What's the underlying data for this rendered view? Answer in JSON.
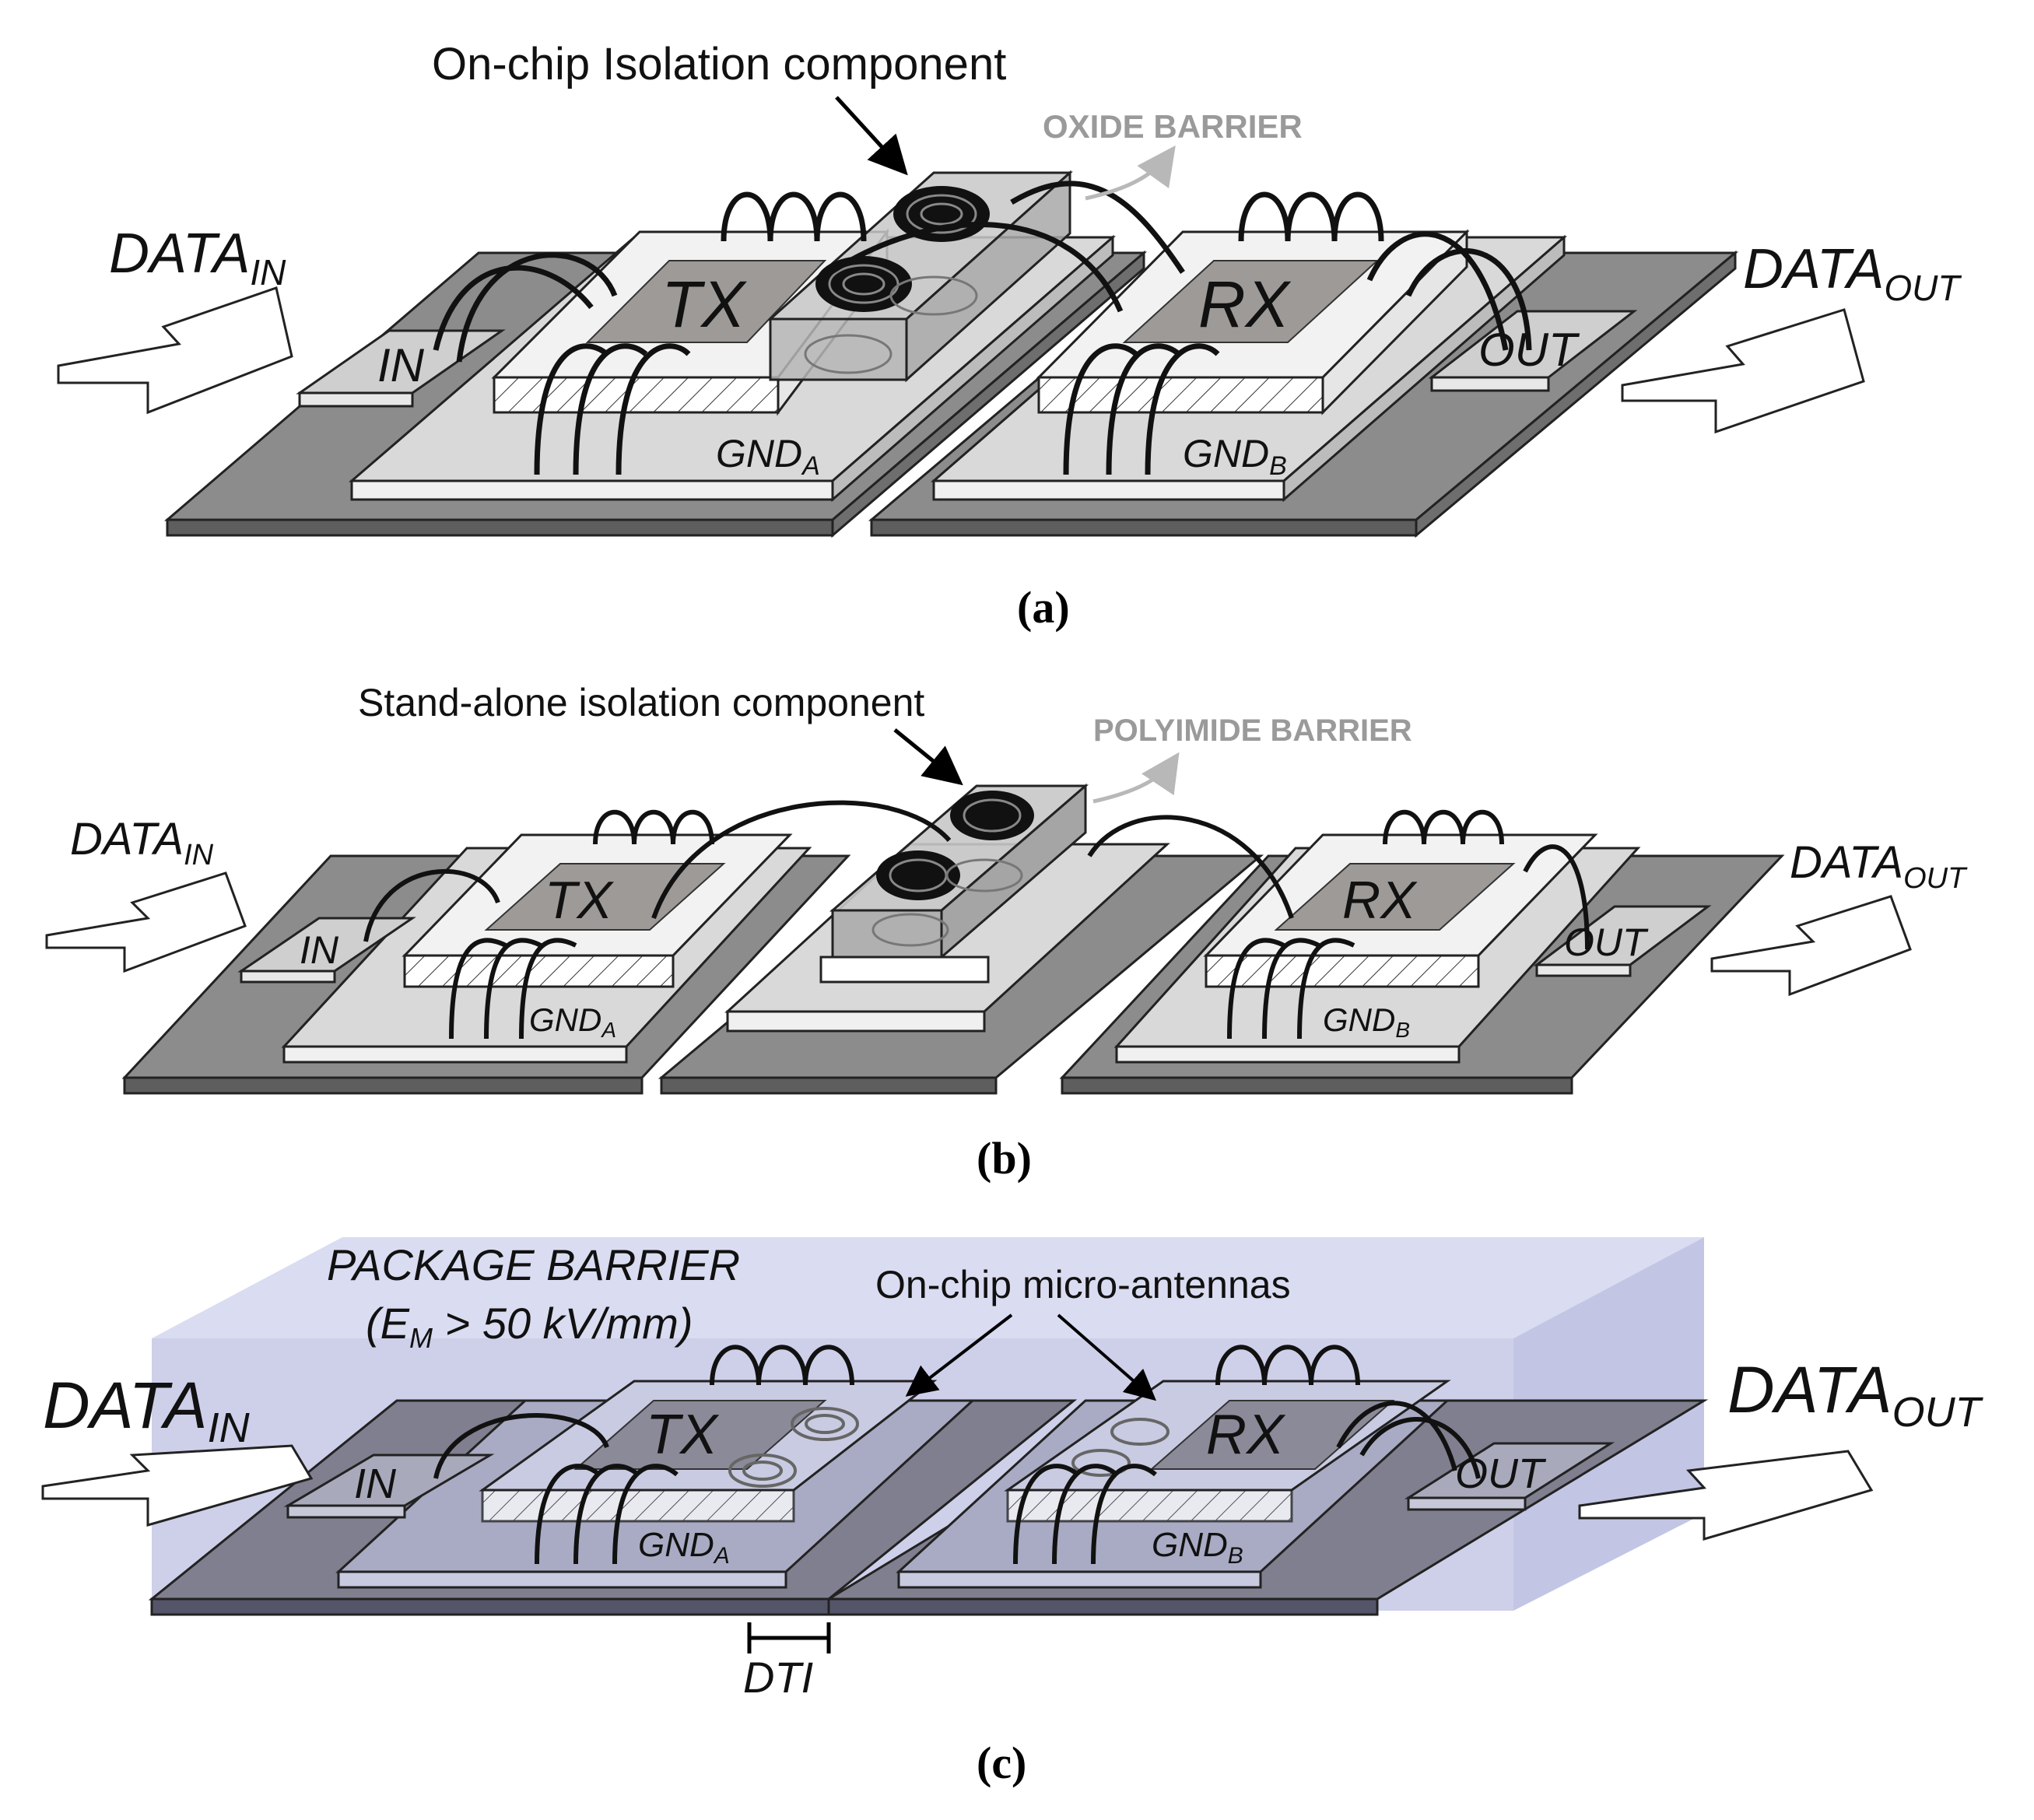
{
  "panels": {
    "a": {
      "caption": "(a)",
      "callout": "On-chip Isolation component",
      "barrier": "OXIDE BARRIER",
      "data_in": "DATA",
      "data_in_sub": "IN",
      "data_out": "DATA",
      "data_out_sub": "OUT",
      "in_pad": "IN",
      "out_pad": "OUT",
      "tx": "TX",
      "rx": "RX",
      "gnd_a": "GND",
      "gnd_a_sub": "A",
      "gnd_b": "GND",
      "gnd_b_sub": "B"
    },
    "b": {
      "caption": "(b)",
      "callout": "Stand-alone isolation component",
      "barrier": "POLYIMIDE BARRIER",
      "data_in": "DATA",
      "data_in_sub": "IN",
      "data_out": "DATA",
      "data_out_sub": "OUT",
      "in_pad": "IN",
      "out_pad": "OUT",
      "tx": "TX",
      "rx": "RX",
      "gnd_a": "GND",
      "gnd_a_sub": "A",
      "gnd_b": "GND",
      "gnd_b_sub": "B"
    },
    "c": {
      "caption": "(c)",
      "callout": "On-chip micro-antennas",
      "barrier_title": "PACKAGE BARRIER",
      "barrier_spec_open": "(E",
      "barrier_spec_sub": "M",
      "barrier_spec_rest": " > 50 kV/mm)",
      "dti": "DTI",
      "data_in": "DATA",
      "data_in_sub": "IN",
      "data_out": "DATA",
      "data_out_sub": "OUT",
      "in_pad": "IN",
      "out_pad": "OUT",
      "tx": "TX",
      "rx": "RX",
      "gnd_a": "GND",
      "gnd_a_sub": "A",
      "gnd_b": "GND",
      "gnd_b_sub": "B"
    }
  },
  "colors": {
    "board": "#8c8c8c",
    "paddle": "#d9d9d9",
    "die_top": "#f2f2f2",
    "core": "#9e9a98",
    "package": "#c6c8e6",
    "barrier_text": "#9a9a9a"
  }
}
